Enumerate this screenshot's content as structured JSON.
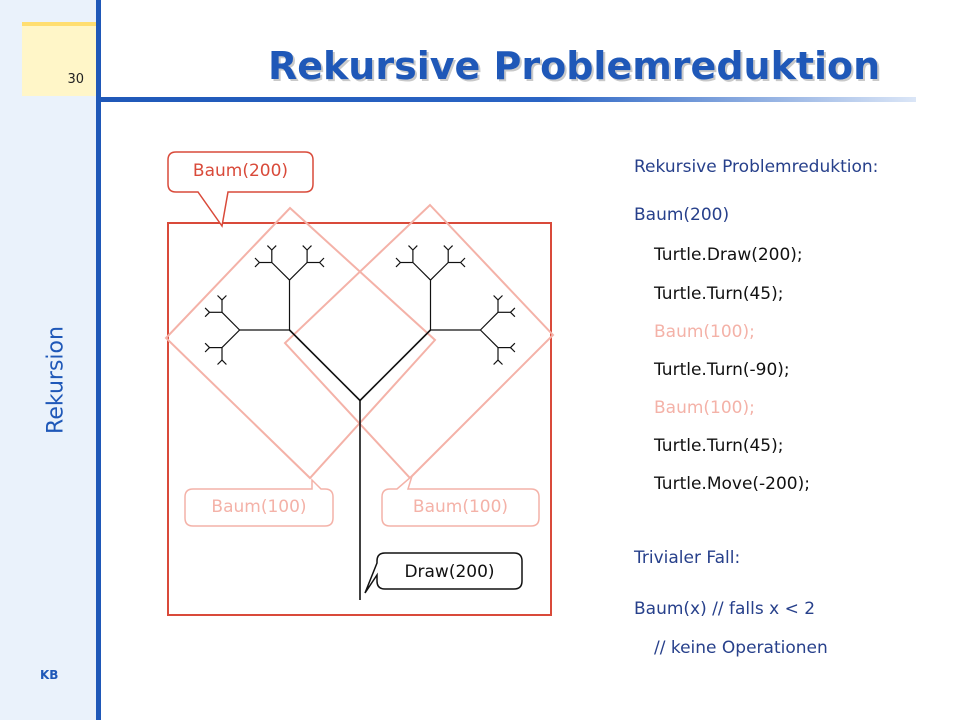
{
  "slide": {
    "number": "30",
    "title": "Rekursive Problemreduktion",
    "side_label": "Rekursion",
    "footer": "KB"
  },
  "diagram": {
    "callout_top": "Baum(200)",
    "callout_left": "Baum(100)",
    "callout_right": "Baum(100)",
    "callout_draw": "Draw(200)",
    "colors": {
      "frame": "#d94a3a",
      "pink": "#f4b2a8",
      "tree": "#111111"
    }
  },
  "code": {
    "heading": "Rekursive Problemreduktion:",
    "signature": "Baum(200)",
    "lines": [
      "Turtle.Draw(200);",
      "Turtle.Turn(45);",
      "Baum(100);",
      "Turtle.Turn(-90);",
      "Baum(100);",
      "Turtle.Turn(45);",
      "Turtle.Move(-200);"
    ],
    "trivial_heading": "Trivialer Fall:",
    "trivial_signature": "Baum(x) // falls x < 2",
    "trivial_comment": "// keine Operationen"
  }
}
